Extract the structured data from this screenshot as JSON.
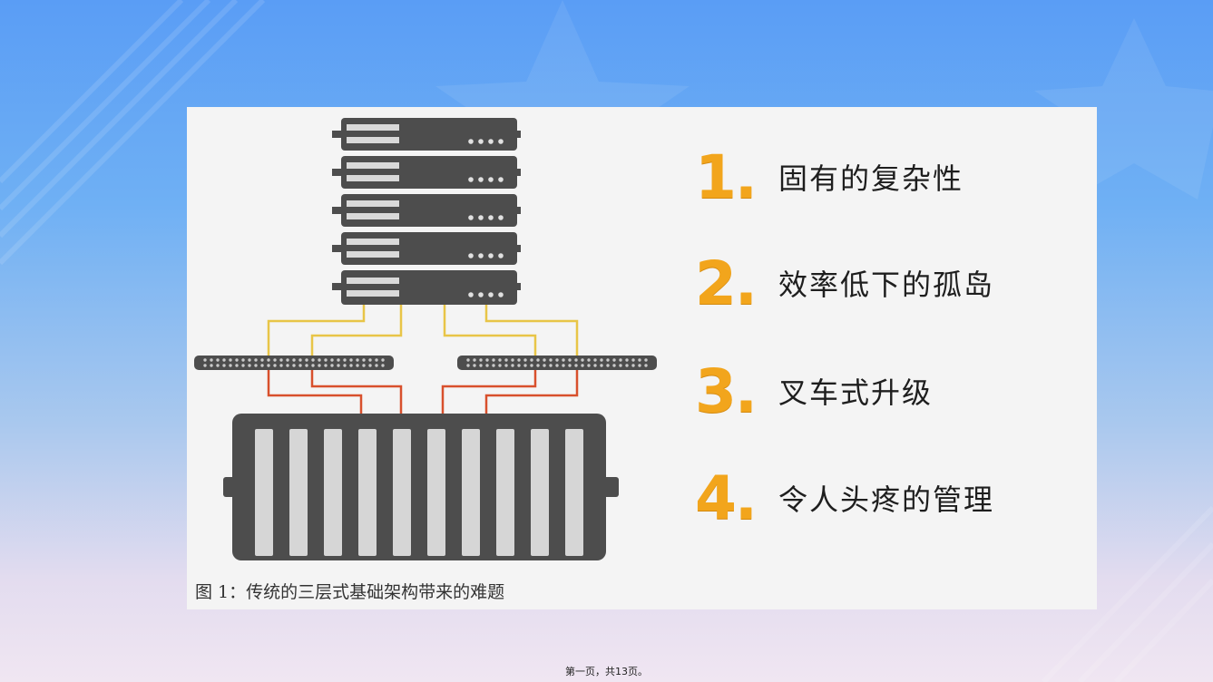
{
  "list": [
    {
      "number": "1.",
      "label": "固有的复杂性"
    },
    {
      "number": "2.",
      "label": "效率低下的孤岛"
    },
    {
      "number": "3.",
      "label": "叉车式升级"
    },
    {
      "number": "4.",
      "label": "令人头疼的管理"
    }
  ],
  "caption": "图 1：传统的三层式基础架构带来的难题",
  "footer": "第一页，共13页。",
  "colors": {
    "number": "#f2a51c",
    "hardware": "#4d4d4d",
    "cable_upper": "#e8c547",
    "cable_lower": "#d8502c"
  }
}
